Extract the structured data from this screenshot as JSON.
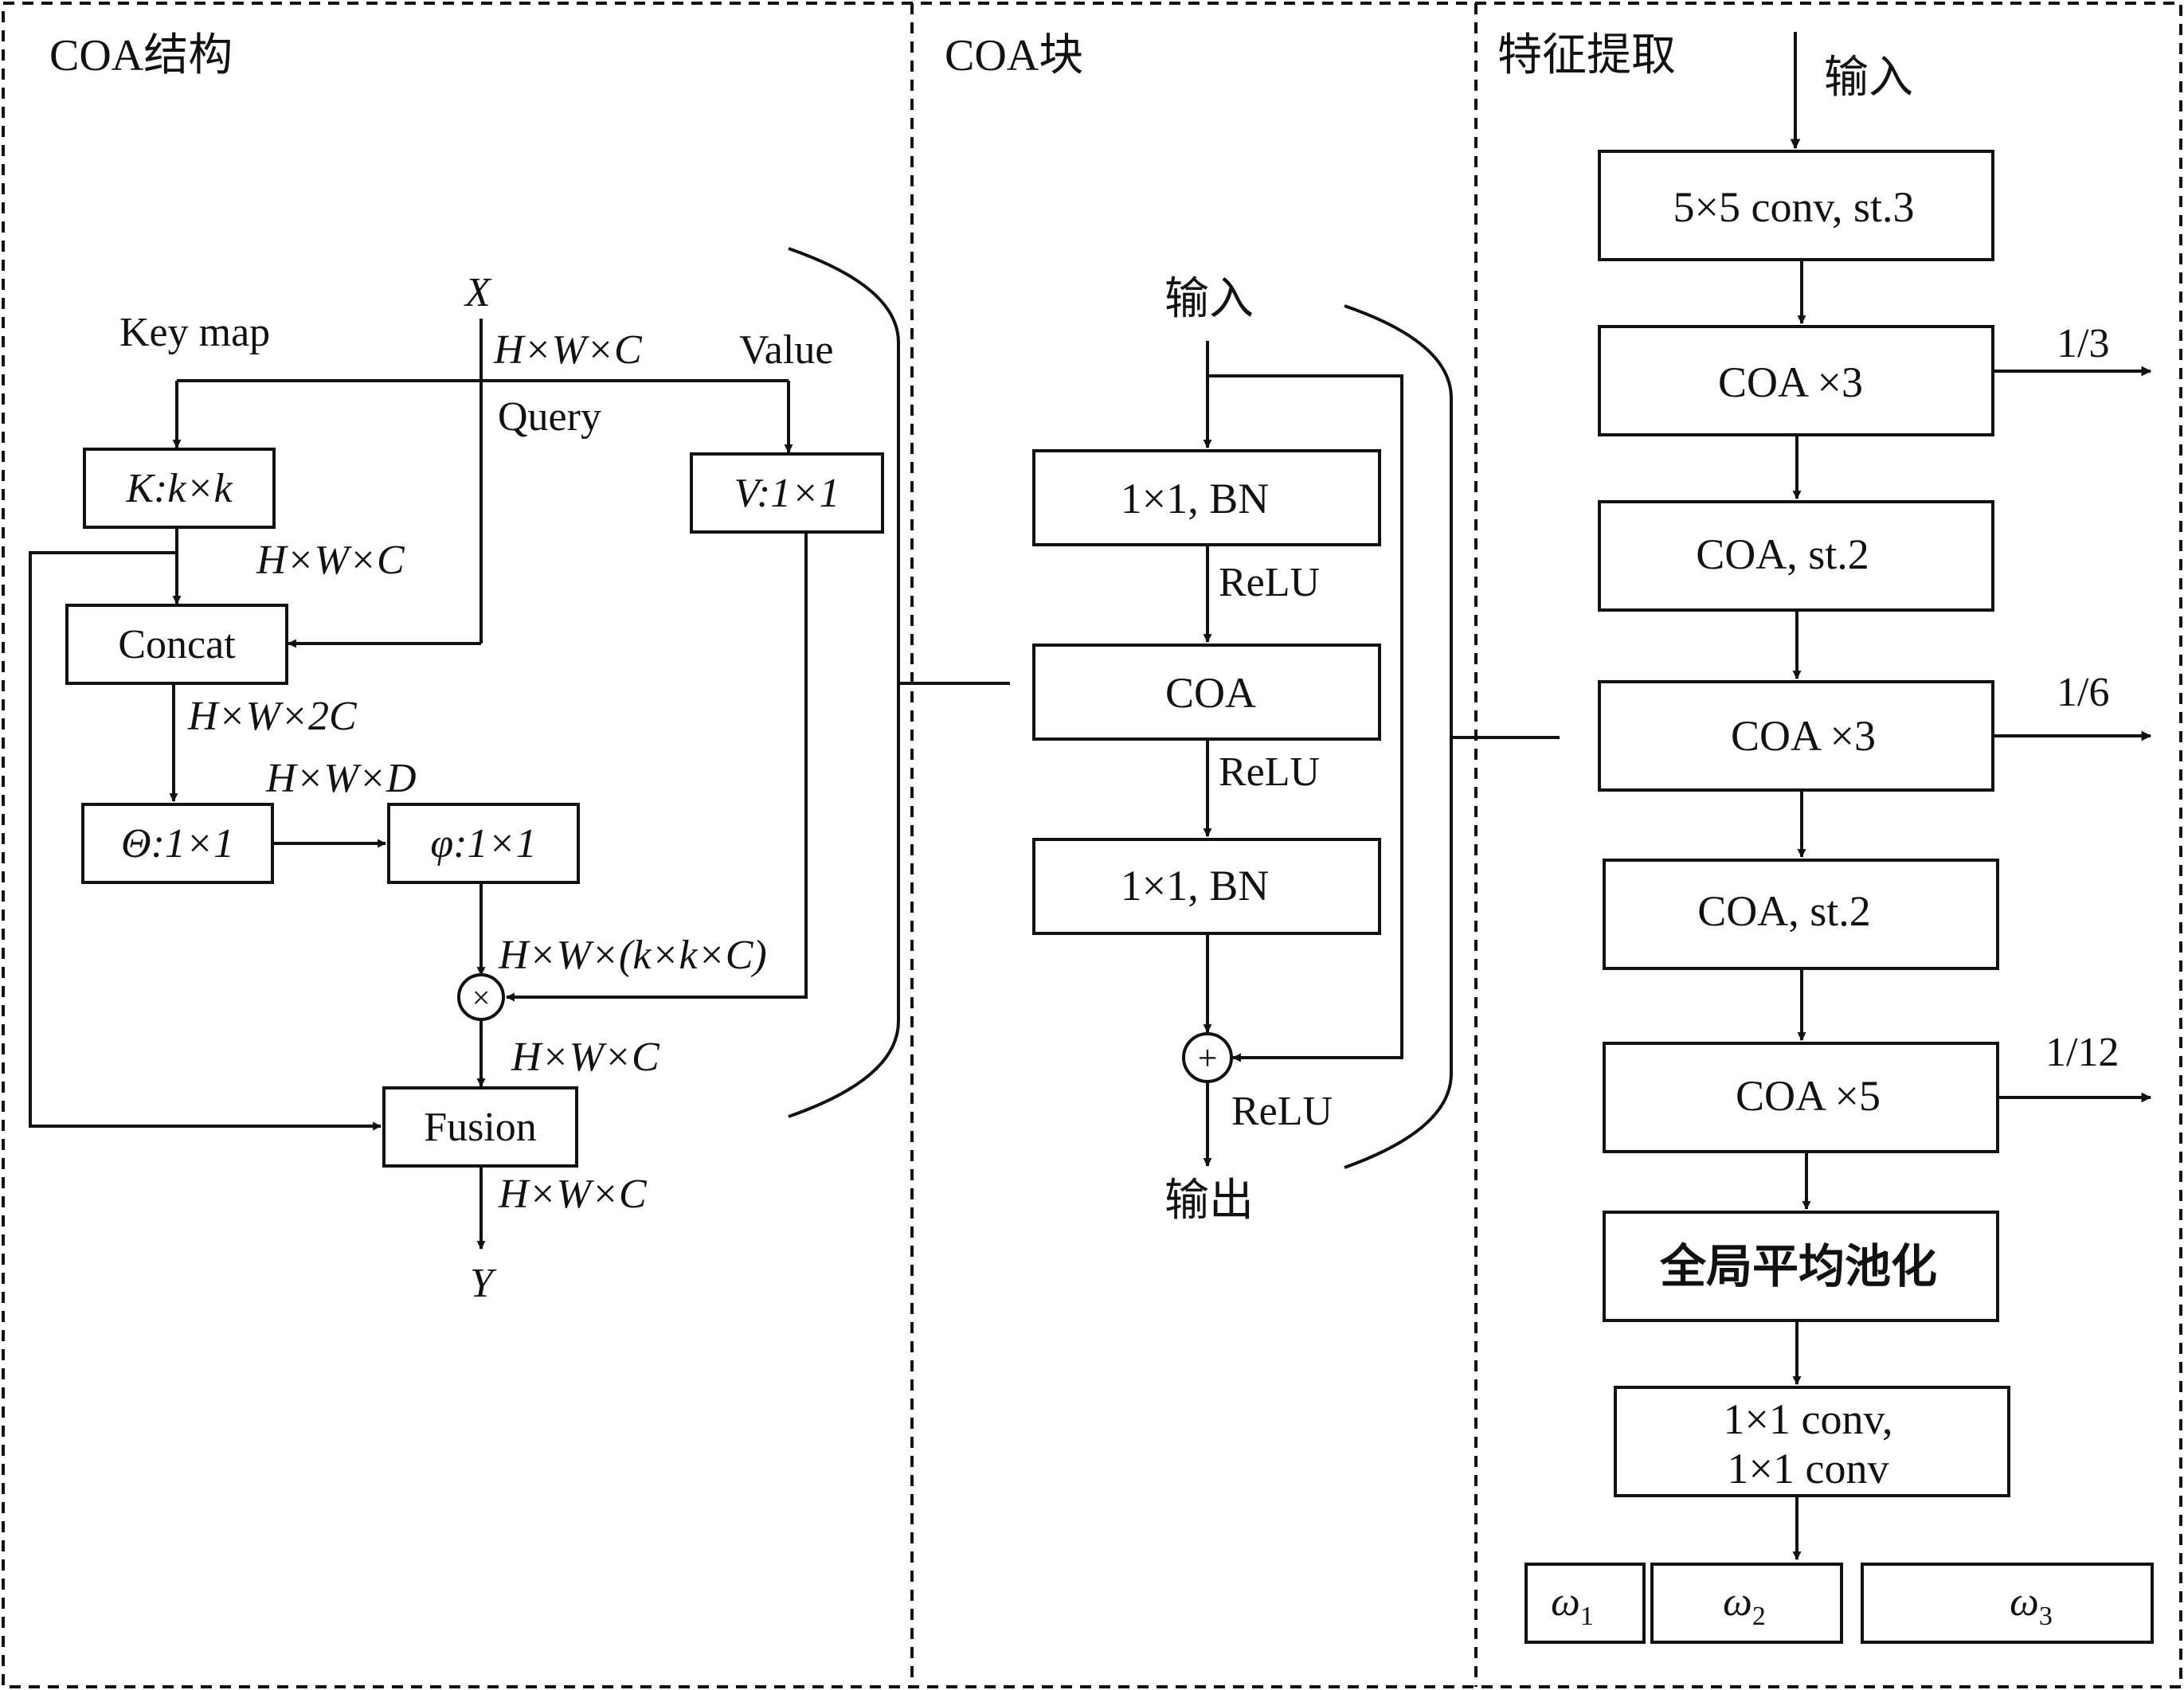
{
  "panels": {
    "structure_title": "COA结构",
    "block_title": "COA块",
    "extract_title": "特征提取"
  },
  "structure": {
    "x_label": "X",
    "dim_hwc": "H×W×C",
    "key_map": "Key map",
    "value_label": "Value",
    "query_label": "Query",
    "k_box": "K:k×k",
    "v_box": "V:1×1",
    "concat_box": "Concat",
    "dim_after_k": "H×W×C",
    "dim_2c": "H×W×2C",
    "dim_d": "H×W×D",
    "theta_box": "Θ:1×1",
    "phi_box": "φ:1×1",
    "dim_kkc": "H×W×(k×k×C)",
    "multiply_symbol": "×",
    "dim_after_mult": "H×W×C",
    "fusion_box": "Fusion",
    "dim_out": "H×W×C",
    "y_label": "Y"
  },
  "block": {
    "input_label": "输入",
    "box1": "1×1, BN",
    "relu1": "ReLU",
    "box2": "COA",
    "relu2": "ReLU",
    "box3": "1×1, BN",
    "plus_symbol": "+",
    "relu3": "ReLU",
    "output_label": "输出"
  },
  "extract": {
    "input_label": "输入",
    "b1": "5×5 conv, st.3",
    "b2": "COA ×3",
    "out1": "1/3",
    "b3": "COA, st.2",
    "b4": "COA ×3",
    "out2": "1/6",
    "b5": "COA, st.2",
    "b6": "COA ×5",
    "out3": "1/12",
    "b7": "全局平均池化",
    "b8_line1": "1×1 conv,",
    "b8_line2": "1×1 conv",
    "w1": "ω",
    "w1_sub": "1",
    "w2": "ω",
    "w2_sub": "2",
    "w3": "ω",
    "w3_sub": "3"
  }
}
